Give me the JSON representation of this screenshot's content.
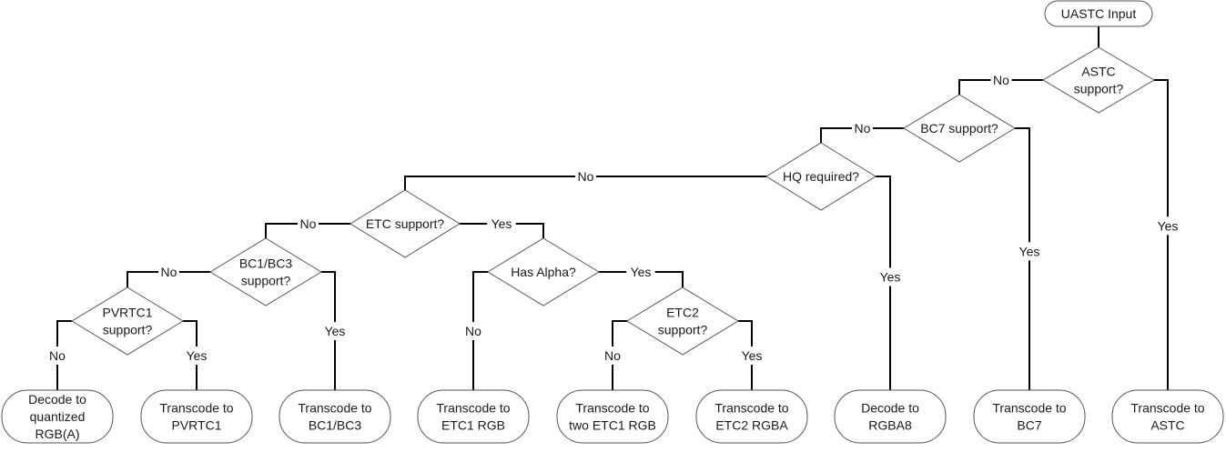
{
  "nodes": [
    {
      "id": "uastc_input",
      "kind": "terminal",
      "lines": [
        "UASTC Input"
      ]
    },
    {
      "id": "astc_support",
      "kind": "decision",
      "lines": [
        "ASTC",
        "support?"
      ]
    },
    {
      "id": "bc7_support",
      "kind": "decision",
      "lines": [
        "BC7 support?"
      ]
    },
    {
      "id": "hq_required",
      "kind": "decision",
      "lines": [
        "HQ required?"
      ]
    },
    {
      "id": "etc_support",
      "kind": "decision",
      "lines": [
        "ETC support?"
      ]
    },
    {
      "id": "bc1bc3_support",
      "kind": "decision",
      "lines": [
        "BC1/BC3",
        "support?"
      ]
    },
    {
      "id": "pvrtc1_support",
      "kind": "decision",
      "lines": [
        "PVRTC1",
        "support?"
      ]
    },
    {
      "id": "has_alpha",
      "kind": "decision",
      "lines": [
        "Has Alpha?"
      ]
    },
    {
      "id": "etc2_support",
      "kind": "decision",
      "lines": [
        "ETC2",
        "support?"
      ]
    },
    {
      "id": "decode_quantized",
      "kind": "terminal",
      "lines": [
        "Decode to",
        "quantized",
        "RGB(A)"
      ]
    },
    {
      "id": "transcode_pvrtc1",
      "kind": "terminal",
      "lines": [
        "Transcode to",
        "PVRTC1"
      ]
    },
    {
      "id": "transcode_bc1bc3",
      "kind": "terminal",
      "lines": [
        "Transcode to",
        "BC1/BC3"
      ]
    },
    {
      "id": "transcode_etc1",
      "kind": "terminal",
      "lines": [
        "Transcode to",
        "ETC1 RGB"
      ]
    },
    {
      "id": "transcode_two_etc1",
      "kind": "terminal",
      "lines": [
        "Transcode to",
        "two ETC1 RGB"
      ]
    },
    {
      "id": "transcode_etc2",
      "kind": "terminal",
      "lines": [
        "Transcode to",
        "ETC2 RGBA"
      ]
    },
    {
      "id": "decode_rgba8",
      "kind": "terminal",
      "lines": [
        "Decode to",
        "RGBA8"
      ]
    },
    {
      "id": "transcode_bc7",
      "kind": "terminal",
      "lines": [
        "Transcode to",
        "BC7"
      ]
    },
    {
      "id": "transcode_astc",
      "kind": "terminal",
      "lines": [
        "Transcode to",
        "ASTC"
      ]
    }
  ],
  "edges": [
    {
      "from": "uastc_input",
      "to": "astc_support",
      "label": ""
    },
    {
      "from": "astc_support",
      "to": "bc7_support",
      "label": "No"
    },
    {
      "from": "astc_support",
      "to": "transcode_astc",
      "label": "Yes"
    },
    {
      "from": "bc7_support",
      "to": "hq_required",
      "label": "No"
    },
    {
      "from": "bc7_support",
      "to": "transcode_bc7",
      "label": "Yes"
    },
    {
      "from": "hq_required",
      "to": "etc_support",
      "label": "No"
    },
    {
      "from": "hq_required",
      "to": "decode_rgba8",
      "label": "Yes"
    },
    {
      "from": "etc_support",
      "to": "bc1bc3_support",
      "label": "No"
    },
    {
      "from": "etc_support",
      "to": "has_alpha",
      "label": "Yes"
    },
    {
      "from": "bc1bc3_support",
      "to": "pvrtc1_support",
      "label": "No"
    },
    {
      "from": "bc1bc3_support",
      "to": "transcode_bc1bc3",
      "label": "Yes"
    },
    {
      "from": "pvrtc1_support",
      "to": "decode_quantized",
      "label": "No"
    },
    {
      "from": "pvrtc1_support",
      "to": "transcode_pvrtc1",
      "label": "Yes"
    },
    {
      "from": "has_alpha",
      "to": "transcode_etc1",
      "label": "No"
    },
    {
      "from": "has_alpha",
      "to": "etc2_support",
      "label": "Yes"
    },
    {
      "from": "etc2_support",
      "to": "transcode_two_etc1",
      "label": "No"
    },
    {
      "from": "etc2_support",
      "to": "transcode_etc2",
      "label": "Yes"
    }
  ]
}
